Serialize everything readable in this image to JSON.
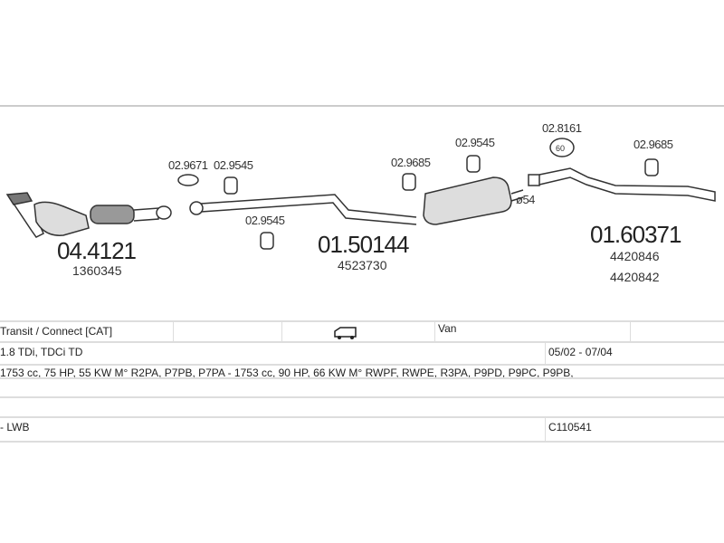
{
  "diagram": {
    "parts": [
      {
        "number": "04.4121",
        "oem": [
          "1360345"
        ]
      },
      {
        "number": "01.50144",
        "oem": [
          "4523730"
        ]
      },
      {
        "number": "01.60371",
        "oem": [
          "4420846",
          "4420842"
        ]
      }
    ],
    "accessories": [
      "02.9671",
      "02.9545",
      "02.9545",
      "02.9685",
      "02.9545",
      "02.8161",
      "02.9685"
    ],
    "clamp_size": "60",
    "diameter": "ø54"
  },
  "table": {
    "model": "Transit / Connect  [CAT]",
    "vehicle_icon": "van-icon",
    "body": "Van",
    "engine": "1.8 TDi, TDCi TD",
    "years": "05/02 - 07/04",
    "specs": "1753 cc, 75 HP, 55 KW M° R2PA, P7PB, P7PA - 1753 cc, 90 HP, 66 KW M° RWPF, RWPE, R3PA, P9PD, P9PC, P9PB,",
    "variant": "- LWB",
    "code": "C110541"
  }
}
